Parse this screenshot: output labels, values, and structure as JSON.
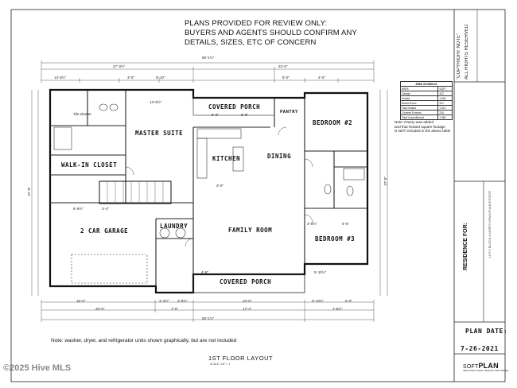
{
  "notice": {
    "line1": "PLANS PROVIDED FOR REVIEW ONLY:",
    "line2": "BUYERS AND AGENTS SHOULD CONFIRM ANY",
    "line3": "DETAILS, SIZES, ETC OF CONCERN"
  },
  "copyright": {
    "line1": "\"COPYRIGHT NOTE\"",
    "line2": "ALL RIGHTS RESERVED"
  },
  "area_schedule": {
    "title": "AREA SCHEDULE",
    "headers": [
      "AREA",
      "SQFT"
    ],
    "rows": [
      [
        "Garage",
        "422"
      ],
      [
        "Heated",
        "1,600"
      ],
      [
        "Bonus Room",
        "312"
      ],
      [
        "Total Heated",
        "1,912"
      ],
      [
        "Covered Porches",
        "218"
      ],
      [
        "Total Unconditioned",
        "1,984"
      ]
    ]
  },
  "pantry_note": {
    "line1": "Note: Pantry was added",
    "line2": "and that heated square footage",
    "line3": "is NOT included in the above table"
  },
  "rooms": {
    "covered_porch_top": "COVERED PORCH",
    "pantry": "PANTRY",
    "bedroom2": "BEDROOM #2",
    "master_suite": "MASTER SUITE",
    "tile_shower": "Tile shower",
    "kitchen": "KITCHEN",
    "dining": "DINING",
    "walk_in_closet": "WALK-IN CLOSET",
    "garage": "2 CAR GARAGE",
    "laundry": "LAUNDRY",
    "family_room": "FAMILY ROOM",
    "bedroom3": "BEDROOM #3",
    "covered_porch_bottom": "COVERED PORCH"
  },
  "dimensions": {
    "overall_top": "55'-1½\"",
    "overall_bottom": "55'-1½\"",
    "top_a": "27'-3½\"",
    "top_b": "22'-6\"",
    "top_c": "13'-8½\"",
    "top_d": "3'-0\"",
    "top_e": "8'-10\"",
    "top_f": "8'-0\"",
    "top_g": "4'-0\"",
    "top_h": "13'-8½\"",
    "left_a": "37'-0\"",
    "right_a": "37'-0\"",
    "bottom_a": "20'-0\"",
    "bottom_b": "7'-0\"",
    "bottom_c": "17'-2\"",
    "bottom_d": "1'-8½\"",
    "bottom_e": "16'-0\"",
    "bottom_f": "3'-3½\"",
    "bottom_g": "3'-8½\"",
    "bottom_h": "10'-0\"",
    "bottom_i": "5'-10½\"",
    "bottom_j": "6'-0\"",
    "porch_a": "5'-0\"",
    "porch_b": "8'-6\"",
    "porch_c": "4'-6\"",
    "porch_d": "5'-10½\"",
    "garage_a": "8'-5½\"",
    "garage_b": "3'-4\"",
    "kitchen_a": "3'-0\"",
    "bed3_a": "3'-8½\"",
    "bed3_b": "5'-6\""
  },
  "appliance_note": "Note: washer, dryer, and refrigerator units shown graphically, but are not included",
  "title_block": {
    "floor": "1ST FLOOR LAYOUT",
    "scale": "SCALE: 1/8\" = 1'",
    "residence_label": "RESIDENCE FOR:",
    "residence_detail": "LOT 6 BLOCK A NORTH GRANTHAM ESTATE",
    "plan_date_label": "PLAN DATE:",
    "plan_date_value": "7-26-2021",
    "logo_a": "SOFT",
    "logo_b": "PLAN",
    "logo_tag": "ARCHITECTURAL DESIGN SOFTWARE"
  },
  "watermark": "©2025 Hive MLS"
}
